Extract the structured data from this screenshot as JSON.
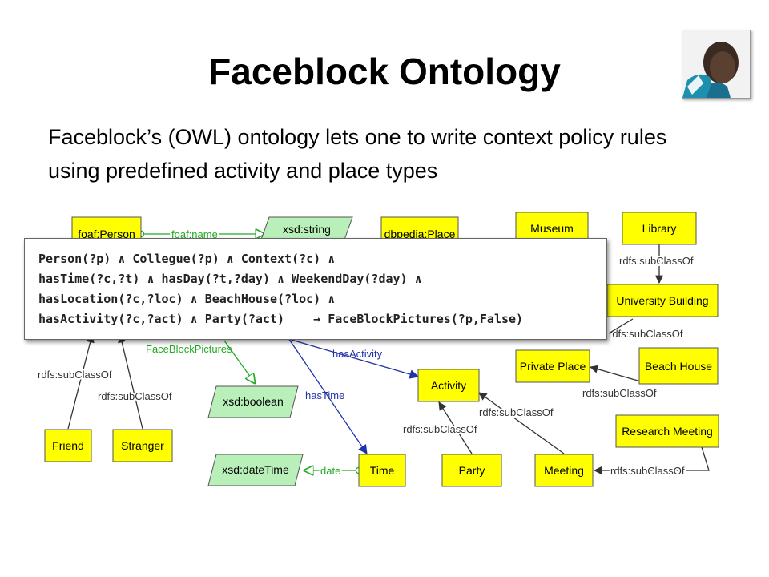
{
  "slide": {
    "title": "Faceblock Ontology",
    "subtitle": "Faceblock’s (OWL) ontology lets one to write context policy rules using predefined activity and place types",
    "avatar_icon": "person-photo-icon"
  },
  "diagram": {
    "colors": {
      "class_fill": "#ffff00",
      "datatype_fill": "#b9f0b9",
      "object_edge": "#2233aa",
      "datatype_edge": "#22aa22",
      "subclass_edge": "#333333"
    },
    "classes": {
      "foaf_person": "foaf:Person",
      "dbpedia_place": "dbpedia:Place",
      "museum": "Museum",
      "library": "Library",
      "university_building": "University Building",
      "private_place": "Private Place",
      "beach_house": "Beach House",
      "research_meeting": "Research Meeting",
      "activity": "Activity",
      "friend": "Friend",
      "stranger": "Stranger",
      "time": "Time",
      "party": "Party",
      "meeting": "Meeting"
    },
    "datatypes": {
      "xsd_string": "xsd:string",
      "xsd_boolean": "xsd:boolean",
      "xsd_datetime": "xsd:dateTime"
    },
    "edge_labels": {
      "foaf_name": "foaf:name",
      "faceblock_pictures": "FaceBlockPictures",
      "has_activity": "hasActivity",
      "has_time": "hasTime",
      "date": "date",
      "subclass_library": "rdfs:subClassOf",
      "subclass_univ": "rdfs:subClassOf",
      "subclass_beach": "rdfs:subClassOf",
      "subclass_friend": "rdfs:subClassOf",
      "subclass_stranger": "rdfs:subClassOf",
      "subclass_party": "rdfs:subClassOf",
      "subclass_meeting": "rdfs:subClassOf",
      "subclass_research": "rdfs:subClassOf"
    }
  },
  "rule": {
    "lines": [
      "Person(?p) ∧ Collegue(?p) ∧ Context(?c) ∧",
      "hasTime(?c,?t) ∧ hasDay(?t,?day) ∧ WeekendDay(?day) ∧",
      "hasLocation(?c,?loc) ∧ BeachHouse(?loc) ∧",
      "hasActivity(?c,?act) ∧ Party(?act)    → FaceBlockPictures(?p,False)"
    ]
  }
}
